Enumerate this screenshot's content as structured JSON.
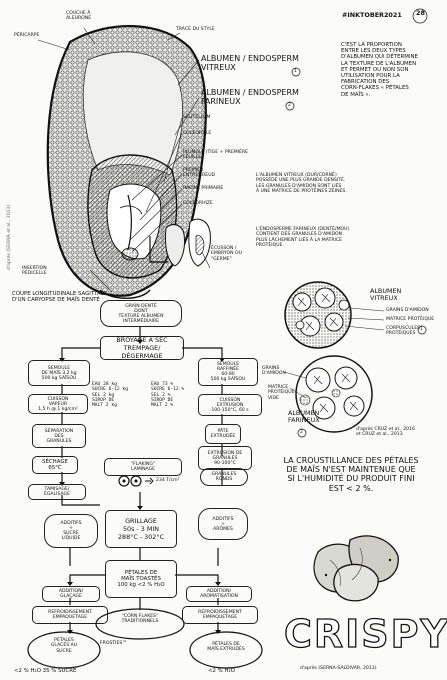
{
  "header": {
    "hashtag": "#INKTOBER2021",
    "page_number": "28"
  },
  "kernel_labels": {
    "couche_aleurone": "COUCHE À\nALEURONE",
    "pericarpe": "PÉRICARPE",
    "trace_style": "TRACE DU STYLE",
    "albumen_vitreux": "ALBUMEN / ENDOSPERM\nVITREUX",
    "albumen_farineux": "ALBUMEN / ENDOSPERM\nFARINEUX",
    "num1": "1",
    "num2": "2",
    "scutellum": "SCUTELLUM",
    "coleoptile": "COLÉOPTILE",
    "plumule": "PLUMULE (TIGE + PREMIÈRE\nFEUILLE)",
    "premier_entrenoeud": "PREMIER\nENTRENOEUD",
    "racine_primaire": "RACINE PRIMAIRE",
    "coleorhize": "COLÉORHIZE",
    "ecusson": "ÉCUSSON /\nEMBRYON OU\n\"GERME\"",
    "insertion": "INSERTION\nPÉDICELLE",
    "credit_kernel": "d'après (SERNA et al., 2013)",
    "caption": "COUPE LONGITUDINALE SAGITTALE\nD'UN CARYOPSE DE MAÏS DENTÉ"
  },
  "notes": {
    "proportion": "C'EST LA PROPORTION\nENTRE LES DEUX TYPES\nD'ALBUMEN QUI DÉTERMINE\nLA TEXTURE DE L'ALBUMEN\nET PERMET OU NON SON\nUTILISATION POUR LA\nFABRICATION DES\nCORN-FLAKES « PÉTALES\nDE MAÏS ».",
    "vitreux_desc": "L'ALBUMEN VITREUX (DUR/CORNÉ)\nPOSSÈDE UNE PLUS GRANDE DENSITÉ.\nLES GRANULES D'AMIDON SONT LIÉS\nÀ UNE MATRICE DE PROTÉINES ZÉINES.",
    "farineux_desc": "L'ENDOSPERME FARINEUX (DENTÉ/MOU)\nCONTIENT DES GRANULES D'AMIDON\nPLUS LÂCHEMENT LIÉS À LA MATRICE\nPROTÉIQUE.",
    "croustillance": "LA CROUSTILLANCE DES PÉTALES\nDE MAÏS N'EST MAINTENUE QUE\nSI L'HUMIDITÉ DU PRODUIT FINI\nEST < 2 %."
  },
  "micro": {
    "vitreux_title": "ALBUMEN\nVITREUX",
    "num1": "1",
    "granule": "GRAINS D'AMIDON",
    "matrice": "MATRICE PROTÉIQUE",
    "corps": "CORPUSCULES\nPROTÉIQUES",
    "grains_left": "GRAINS\nD'AMIDON",
    "matrice_left": "MATRICE\nPROTÉIQUE\nVIDE",
    "farineux_title": "ALBUMEN\nFARINEUX",
    "num2": "2",
    "credit": "d'après CRUZ et al., 2016\net CRUZ et al., 2013"
  },
  "flow": {
    "grain": "GRAIN DENTÉ\nDONT\nTEXTURE ALBUMEN\nINTERMÉDIAIRE",
    "broyage": "BROYAGE À SEC\nTREMPAGE/\nDÉGERMAGE",
    "semoule_l": "SEMOULE\nDE MAÏS 3,2 kg\n500 kg SAÏSOU",
    "semoule_r": "SEMOULE\nRAFFINÉE\n60-80\n500 kg SAÏSOU",
    "cuisson_l": "CUISSON\nVAPEUR\n1,5 h @ 1 kg/cm²",
    "cuisson_r": "CUISSON\nEXTRUSION\n100-150°C, 60 s",
    "ing_l": "EAU       28 kg\nSUCRE    6-12 kg\nSEL         2 kg\nSIROP DE\nMALT        2 kg",
    "ing_r": "EAU       73 %\nSUCRE    6-12 %\nSEL       2 %\nSIROP DE\nMALT      2 %",
    "separation": "SÉPARATION\nDES\nGRANULES",
    "pate": "PÂTE\nEXTRUDÉE",
    "extrusion": "EXTRUSION DE\nGRANULES\n90-100°C",
    "sechage": "SÉCHAGE\n65°C",
    "tamisage": "TAMISAGE/\nÉGALISAGE",
    "flaking": "\"FLAKING\"\nLAMINAGE",
    "pressure": "234 T/cm²",
    "granules_ronds": "GRANULES\nRONDS",
    "grillage": "GRILLAGE\n50s - 3 MIN\n288°C - 302°C",
    "additifs_l": "ADDITIFS\n+\nSUCRE\nLIQUIDE",
    "additifs_r": "ADDITIFS\n+\nARÔMES",
    "petales": "PÉTALES DE\nMAÏS TOASTÉS\n100 kg <2 % H₂O",
    "addition_l": "ADDITION/\nGLAÇAGE",
    "addition_r": "ADDITION/\nAROMATISATION",
    "refroid_l": "REFROIDISSEMENT\nEMPAQUETAGE",
    "refroid_r": "REFROIDISSEMENT\nEMPAQUETAGE",
    "corn_flakes": "\"CORN FLAKES\"\nTRADITIONNELS",
    "glaces": "PÉTALES\nGLACÉS AU\nSUCRE",
    "frosties": "FROSTIES™",
    "extrudes": "PÉTALES DE\nMAÏS EXTRUDÉS",
    "glaces_hum": "<2 % H₂O   35 % SUCRE",
    "extrudes_hum": "<2 % H₂O"
  },
  "crispy": {
    "word": "CRISPY",
    "credit": "d'après (SERNA-SALDIVAR, 2013)"
  }
}
